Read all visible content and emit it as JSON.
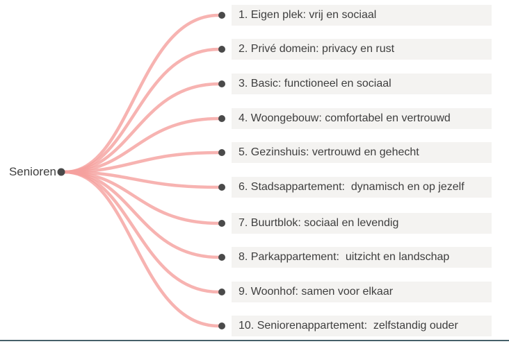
{
  "root": {
    "label": "Senioren"
  },
  "nodes": [
    {
      "text": "1. Eigen plek: vrij en sociaal"
    },
    {
      "text": "2. Privé domein: privacy en rust"
    },
    {
      "text": "3. Basic: functioneel en sociaal"
    },
    {
      "text": "4. Woongebouw: comfortabel en vertrouwd"
    },
    {
      "text": "5. Gezinshuis: vertrouwd en gehecht"
    },
    {
      "text": "6. Stadsappartement:  dynamisch en op jezelf"
    },
    {
      "text": "7. Buurtblok: sociaal en levendig"
    },
    {
      "text": "8. Parkappartement:  uitzicht en landschap"
    },
    {
      "text": "9. Woonhof: samen voor elkaar"
    },
    {
      "text": "10. Seniorenappartement:  zelfstandig ouder"
    }
  ],
  "colors": {
    "branch": "#f5a09d",
    "dot": "#4a4a4a",
    "node_background": "#f4f3f1",
    "text": "#3e3e3e",
    "bottom_line": "#456069",
    "background": "#ffffff"
  }
}
